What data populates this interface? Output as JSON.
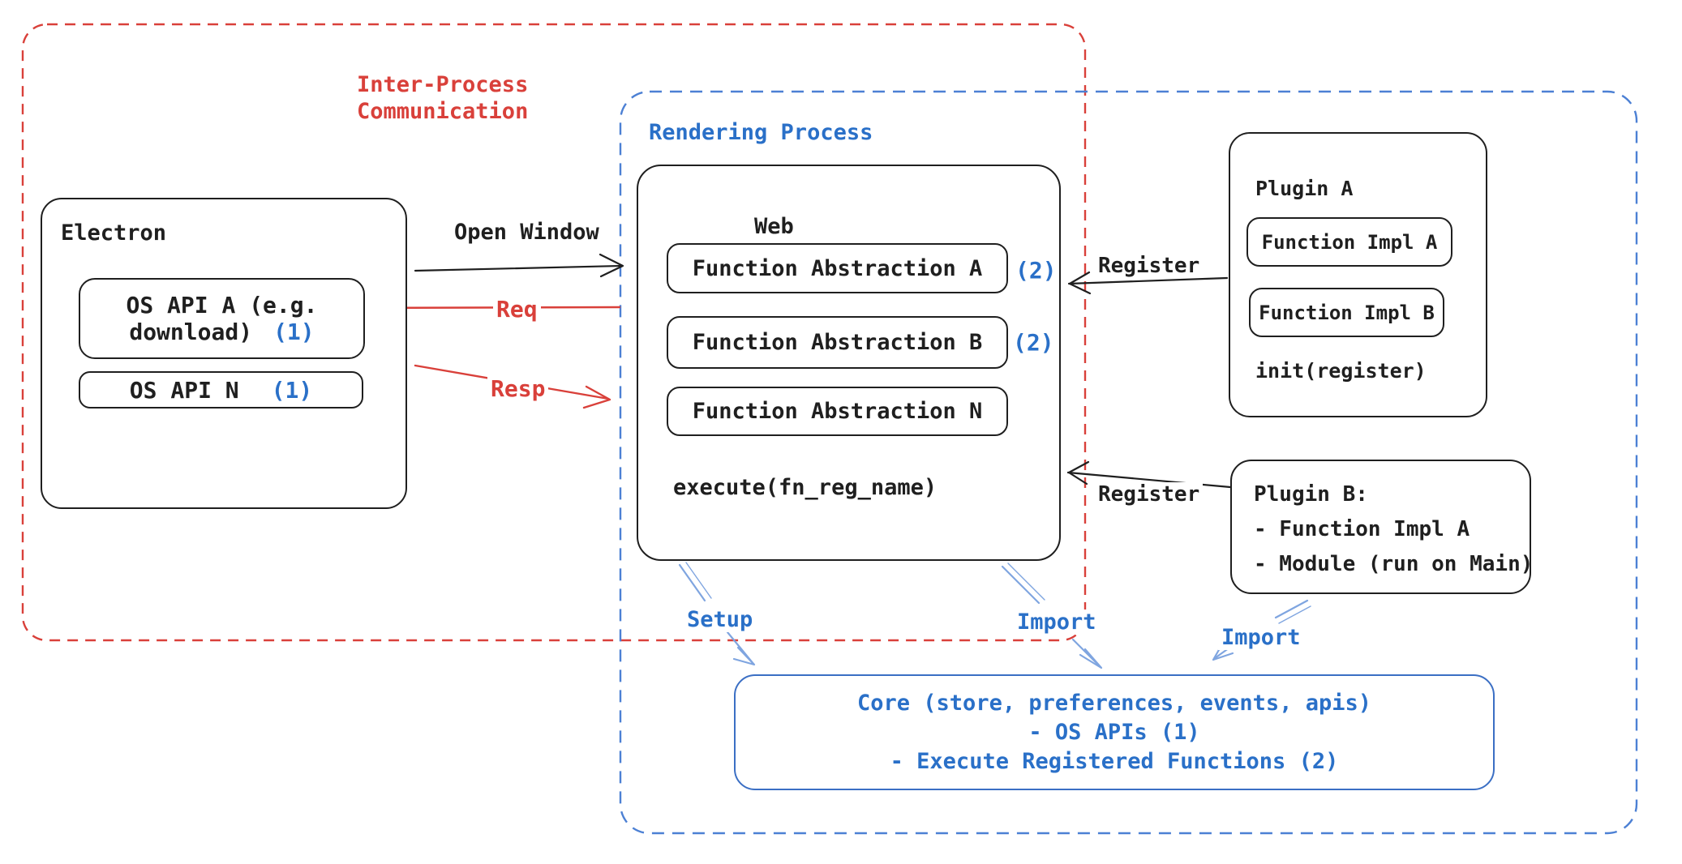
{
  "diagram": {
    "ipc_group": {
      "label_line1": "Inter-Process",
      "label_line2": "Communication"
    },
    "rendering_group": {
      "label": "Rendering Process"
    },
    "electron": {
      "title": "Electron",
      "os_api_a_line1": "OS API A (e.g.",
      "os_api_a_line2": "download)",
      "os_api_a_badge": "(1)",
      "os_api_n_label": "OS API N",
      "os_api_n_badge": "(1)"
    },
    "web": {
      "title": "Web",
      "fn_a_label": "Function Abstraction A",
      "fn_a_badge": "(2)",
      "fn_b_label": "Function Abstraction B",
      "fn_b_badge": "(2)",
      "fn_n_label": "Function Abstraction N",
      "execute_label": "execute(fn_reg_name)"
    },
    "plugin_a": {
      "title": "Plugin A",
      "impl_a_label": "Function Impl A",
      "impl_b_label": "Function Impl B",
      "init_label": "init(register)"
    },
    "plugin_b": {
      "line1": "Plugin B:",
      "line2": "- Function Impl A",
      "line3": "- Module (run on Main)"
    },
    "core": {
      "line1": "Core (store, preferences, events, apis)",
      "line2": "- OS APIs (1)",
      "line3": "- Execute Registered Functions (2)"
    },
    "labels": {
      "open_window": "Open Window",
      "req": "Req",
      "resp": "Resp",
      "register_top": "Register",
      "register_bottom": "Register",
      "setup": "Setup",
      "import_left": "Import",
      "import_right": "Import"
    },
    "colors": {
      "red": "#d9403a",
      "blue": "#2a70c8",
      "light_blue": "#7fa5e0",
      "dashed_blue": "#4c80d4",
      "black": "#1f1f1f",
      "core_border": "#3b6fc4"
    }
  }
}
